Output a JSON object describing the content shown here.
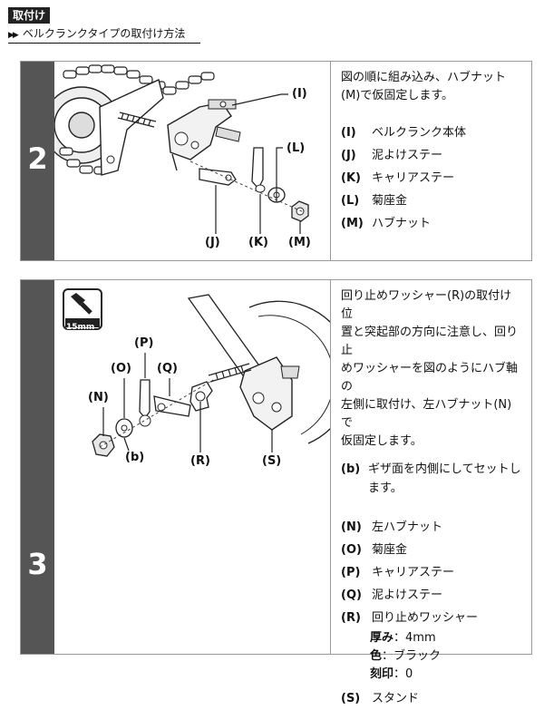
{
  "header": {
    "tag": "取付け",
    "arrows": "▶▶",
    "subtitle": "ベルクランクタイプの取付け方法"
  },
  "step2": {
    "number": "2",
    "intro": "図の順に組み込み、ハブナット(M)で仮固定します。",
    "items": [
      {
        "key": "(I)",
        "label": "ベルクランク本体"
      },
      {
        "key": "(J)",
        "label": "泥よけステー"
      },
      {
        "key": "(K)",
        "label": "キャリアステー"
      },
      {
        "key": "(L)",
        "label": "菊座金"
      },
      {
        "key": "(M)",
        "label": "ハブナット"
      }
    ],
    "callouts": {
      "I": "(I)",
      "J": "(J)",
      "K": "(K)",
      "L": "(L)",
      "M": "(M)"
    }
  },
  "step3": {
    "number": "3",
    "tool_label": "15mm",
    "intro_lines": [
      "回り止めワッシャー(R)の取付け位",
      "置と突起部の方向に注意し、回り止",
      "めワッシャーを図のようにハブ軸の",
      "左側に取付け、左ハブナット(N)で",
      "仮固定します。"
    ],
    "note": {
      "key": "(b)",
      "line1": "ギザ面を内側にしてセットし",
      "line2": "ます。"
    },
    "items": [
      {
        "key": "(N)",
        "label": "左ハブナット"
      },
      {
        "key": "(O)",
        "label": "菊座金"
      },
      {
        "key": "(P)",
        "label": "キャリアステー"
      },
      {
        "key": "(Q)",
        "label": "泥よけステー"
      },
      {
        "key": "(R)",
        "label": "回り止めワッシャー"
      }
    ],
    "washer_specs": [
      {
        "name": "厚み",
        "value": "：4mm"
      },
      {
        "name": "色",
        "value": "：ブラック"
      },
      {
        "name": "刻印",
        "value": "：0"
      }
    ],
    "last_item": {
      "key": "(S)",
      "label": "スタンド"
    },
    "callouts": {
      "P": "(P)",
      "O": "(O)",
      "Q": "(Q)",
      "N": "(N)",
      "b": "(b)",
      "R": "(R)",
      "S": "(S)"
    }
  }
}
